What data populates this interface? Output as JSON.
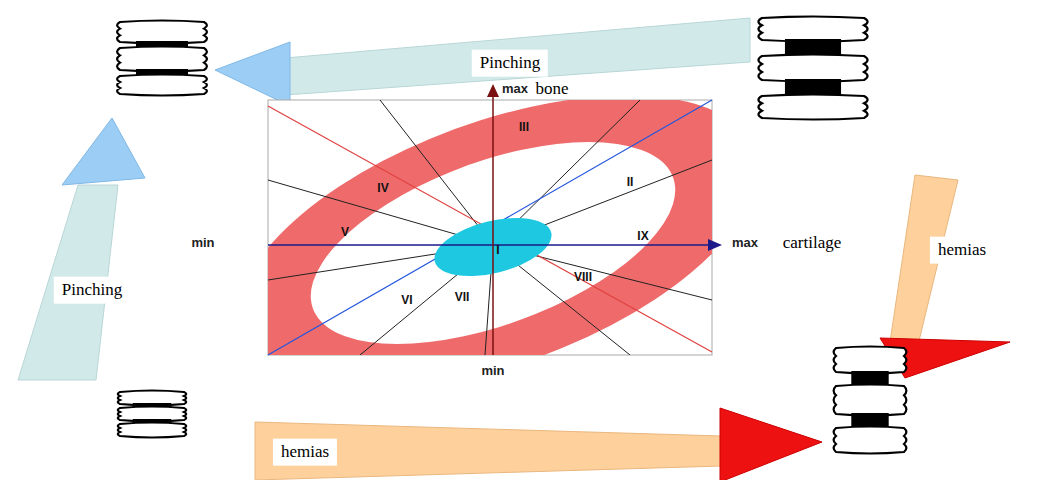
{
  "diagram": {
    "labels": [
      "Pinching",
      "max",
      "bone",
      "III",
      "IV",
      "II",
      "min",
      "I",
      "V",
      "max",
      "cartilage",
      "hemias",
      "Pinching",
      "IX",
      "VIII",
      "VI",
      "VII",
      "min",
      "hemias"
    ]
  }
}
